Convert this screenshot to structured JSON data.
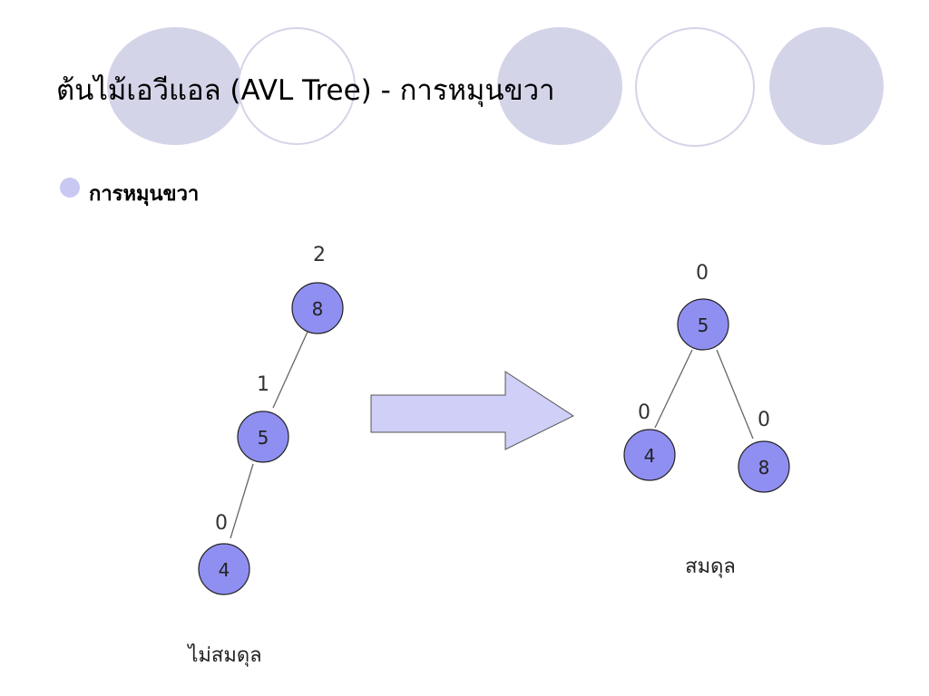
{
  "title": "ต้นไม้เอวีแอล (AVL Tree) - การหมุนขวา",
  "bullet": "การหมุนขวา",
  "colors": {
    "decor_circle": "#d4d4e9",
    "bullet": "#c8c8f2",
    "node_fill": "#8f8ff2",
    "arrow_fill": "#cfcff7"
  },
  "before_tree": {
    "caption": "ไม่สมดุล",
    "nodes": [
      {
        "value": "8",
        "balance": "2"
      },
      {
        "value": "5",
        "balance": "1"
      },
      {
        "value": "4",
        "balance": "0"
      }
    ]
  },
  "after_tree": {
    "caption": "สมดุล",
    "nodes": [
      {
        "value": "5",
        "balance": "0"
      },
      {
        "value": "4",
        "balance": "0"
      },
      {
        "value": "8",
        "balance": "0"
      }
    ]
  }
}
